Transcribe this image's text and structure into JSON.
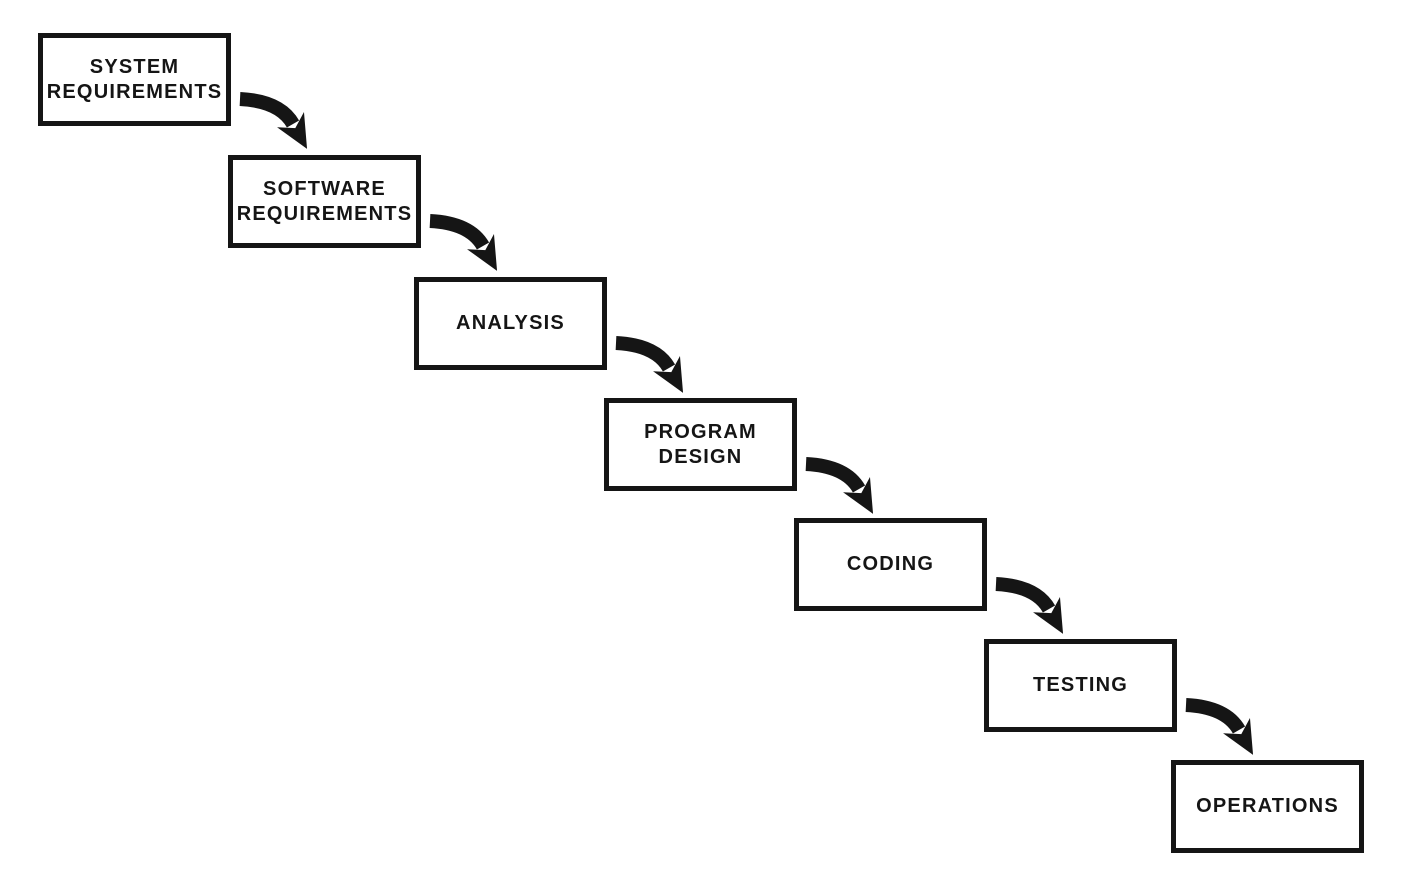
{
  "diagram": {
    "kind": "flowchart-cascade",
    "background_color": "#ffffff",
    "ink_color": "#151515",
    "steps": [
      {
        "id": 1,
        "label": "SYSTEM REQUIREMENTS"
      },
      {
        "id": 2,
        "label": "SOFTWARE REQUIREMENTS"
      },
      {
        "id": 3,
        "label": "ANALYSIS"
      },
      {
        "id": 4,
        "label": "PROGRAM DESIGN"
      },
      {
        "id": 5,
        "label": "CODING"
      },
      {
        "id": 6,
        "label": "TESTING"
      },
      {
        "id": 7,
        "label": "OPERATIONS"
      }
    ],
    "connections": [
      {
        "from": 1,
        "to": 2
      },
      {
        "from": 2,
        "to": 3
      },
      {
        "from": 3,
        "to": 4
      },
      {
        "from": 4,
        "to": 5
      },
      {
        "from": 5,
        "to": 6
      },
      {
        "from": 6,
        "to": 7
      }
    ]
  }
}
